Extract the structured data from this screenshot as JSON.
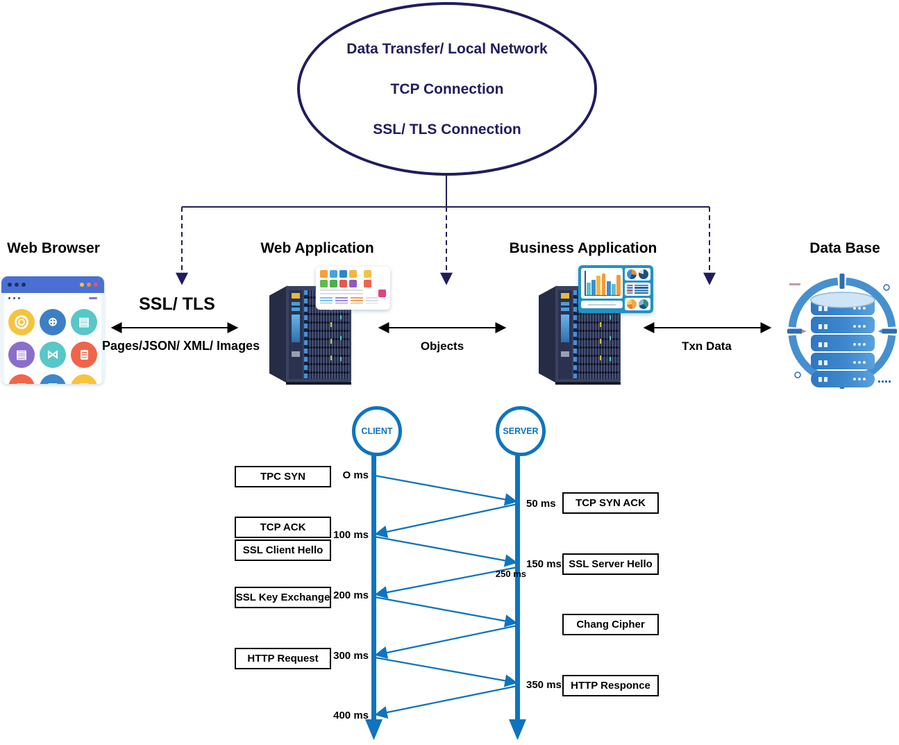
{
  "colors": {
    "navy": "#211c5e",
    "sequence_blue": "#0f74bd",
    "black": "#000000",
    "browser_header_blue": "#4a70d4",
    "server_body": "#394260",
    "database_blue": "#4690d0"
  },
  "ellipse": {
    "lines": [
      "Data Transfer/ Local Network",
      "TCP Connection",
      "SSL/ TLS Connection"
    ]
  },
  "nodes": {
    "web_browser": {
      "title": "Web Browser"
    },
    "web_application": {
      "title": "Web Application"
    },
    "business_application": {
      "title": "Business Application"
    },
    "database": {
      "title": "Data Base"
    }
  },
  "links": {
    "browser_webapp": {
      "protocol": "SSL/ TLS",
      "payload": "Pages/JSON/ XML/ Images"
    },
    "webapp_bizapp": {
      "payload": "Objects"
    },
    "bizapp_db": {
      "payload": "Txn Data"
    }
  },
  "sequence": {
    "client_label": "CLIENT",
    "server_label": "SERVER",
    "client_boxes": [
      "TPC SYN",
      "TCP ACK",
      "SSL Client Hello",
      "SSL Key Exchange",
      "HTTP Request"
    ],
    "server_boxes": [
      "TCP SYN ACK",
      "SSL Server Hello",
      "Chang Cipher",
      "HTTP Responce"
    ],
    "client_times": [
      "O ms",
      "100 ms",
      "200 ms",
      "300 ms",
      "400 ms"
    ],
    "server_times": [
      "50 ms",
      "150 ms",
      "250 ms",
      "350 ms"
    ]
  }
}
